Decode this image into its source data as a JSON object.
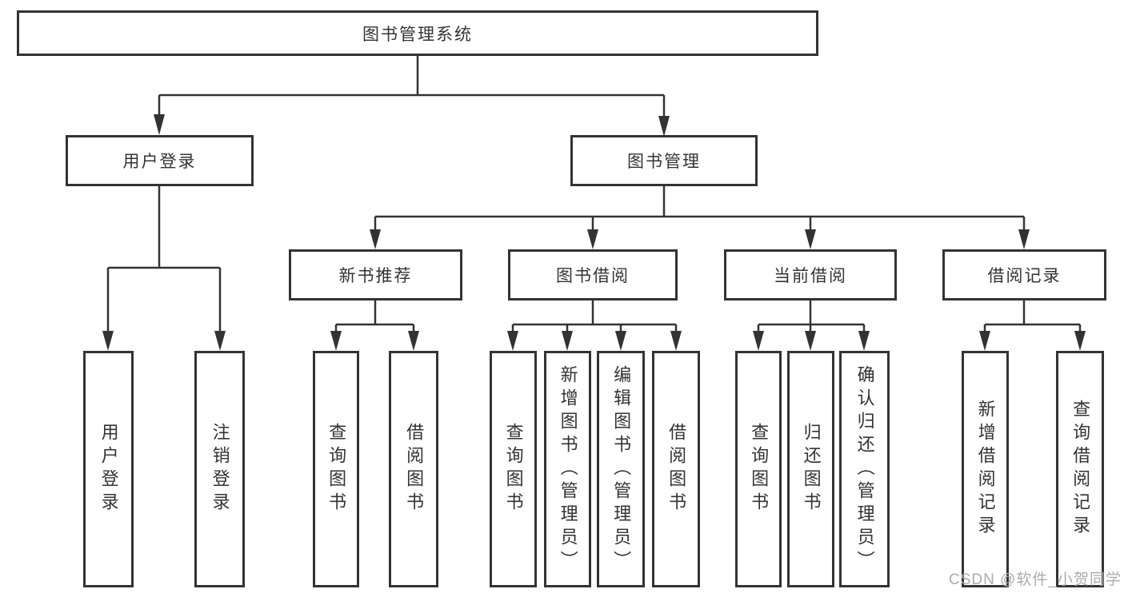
{
  "colors": {
    "line": "#333333",
    "text": "#333333",
    "background": "#ffffff",
    "watermark": "#ababab"
  },
  "watermark": "CSDN @软件_小贺同学",
  "tree": {
    "label": "图书管理系统",
    "children": [
      {
        "label": "用户登录",
        "children": [
          {
            "label": "用户登录"
          },
          {
            "label": "注销登录"
          }
        ]
      },
      {
        "label": "图书管理",
        "children": [
          {
            "label": "新书推荐",
            "children": [
              {
                "label": "查询图书"
              },
              {
                "label": "借阅图书"
              }
            ]
          },
          {
            "label": "图书借阅",
            "children": [
              {
                "label": "查询图书"
              },
              {
                "label": "新增图书（管理员）"
              },
              {
                "label": "编辑图书（管理员）"
              },
              {
                "label": "借阅图书"
              }
            ]
          },
          {
            "label": "当前借阅",
            "children": [
              {
                "label": "查询图书"
              },
              {
                "label": "归还图书"
              },
              {
                "label": "确认归还（管理员）"
              }
            ]
          },
          {
            "label": "借阅记录",
            "children": [
              {
                "label": "新增借阅记录"
              },
              {
                "label": "查询借阅记录"
              }
            ]
          }
        ]
      }
    ]
  }
}
